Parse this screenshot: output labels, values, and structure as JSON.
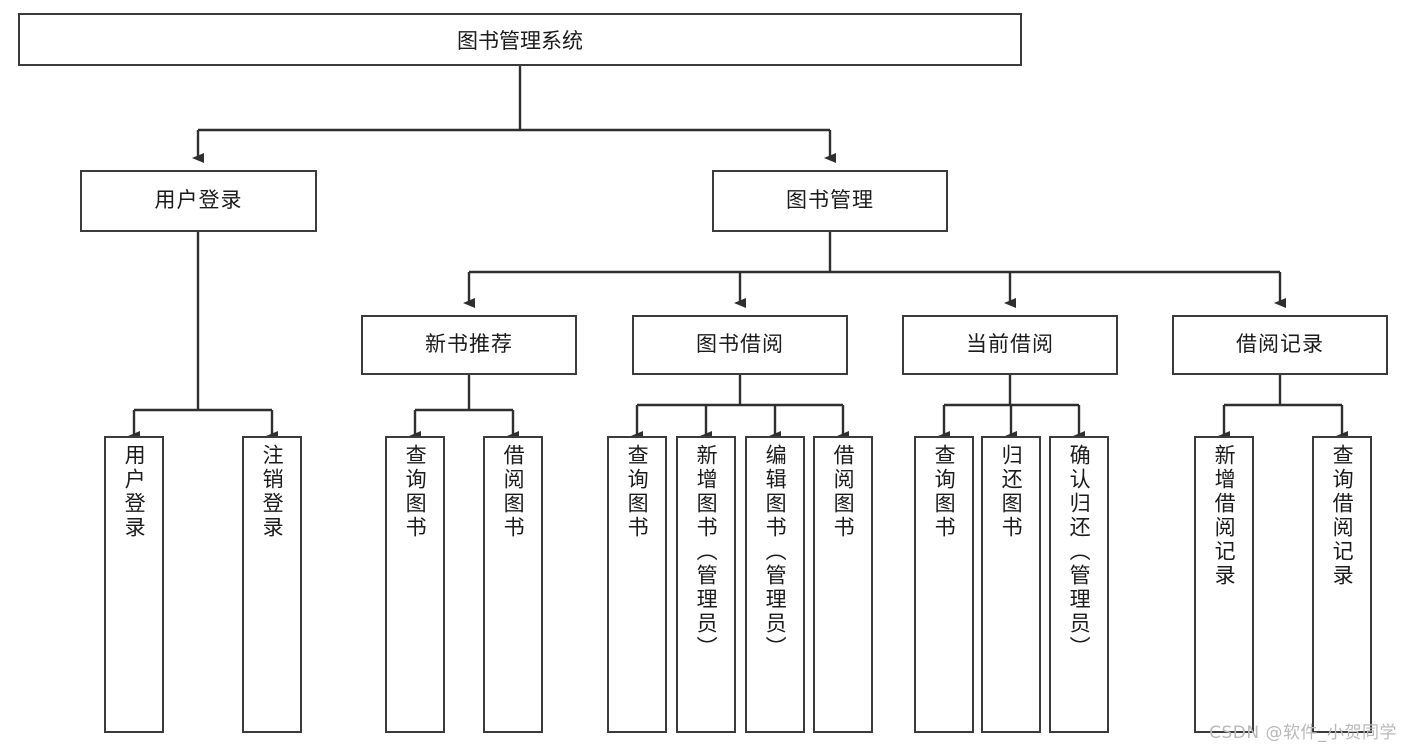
{
  "diagram": {
    "type": "tree-hierarchy",
    "title": "图书管理系统",
    "orientation": "top-down",
    "colors": {
      "box_border": "#3b3b3b",
      "box_fill": "#ffffff",
      "connector": "#2f2f2f",
      "text": "#1b1b1b",
      "watermark": "#b9b9b9"
    },
    "root": {
      "label": "图书管理系统"
    },
    "level2": [
      {
        "id": "user-login",
        "label": "用户登录"
      },
      {
        "id": "book-management",
        "label": "图书管理"
      }
    ],
    "level3": [
      {
        "id": "new-book-recommend",
        "label": "新书推荐",
        "parent": "book-management"
      },
      {
        "id": "book-borrow",
        "label": "图书借阅",
        "parent": "book-management"
      },
      {
        "id": "current-borrow",
        "label": "当前借阅",
        "parent": "book-management"
      },
      {
        "id": "borrow-record",
        "label": "借阅记录",
        "parent": "book-management"
      }
    ],
    "leaves": {
      "user-login": [
        {
          "id": "leaf-user-login",
          "label": "用户登录"
        },
        {
          "id": "leaf-logout-login",
          "label": "注销登录"
        }
      ],
      "new-book-recommend": [
        {
          "id": "leaf-query-book-1",
          "label": "查询图书"
        },
        {
          "id": "leaf-borrow-book-1",
          "label": "借阅图书"
        }
      ],
      "book-borrow": [
        {
          "id": "leaf-query-book-2",
          "label": "查询图书"
        },
        {
          "id": "leaf-add-book",
          "label": "新增图书（管理员）"
        },
        {
          "id": "leaf-edit-book",
          "label": "编辑图书（管理员）"
        },
        {
          "id": "leaf-borrow-book-2",
          "label": "借阅图书"
        }
      ],
      "current-borrow": [
        {
          "id": "leaf-query-book-3",
          "label": "查询图书"
        },
        {
          "id": "leaf-return-book",
          "label": "归还图书"
        },
        {
          "id": "leaf-confirm-return",
          "label": "确认归还（管理员）"
        }
      ],
      "borrow-record": [
        {
          "id": "leaf-add-record",
          "label": "新增借阅记录"
        },
        {
          "id": "leaf-query-record",
          "label": "查询借阅记录"
        }
      ]
    }
  },
  "watermark": {
    "text": "CSDN @软件_小贺同学"
  }
}
